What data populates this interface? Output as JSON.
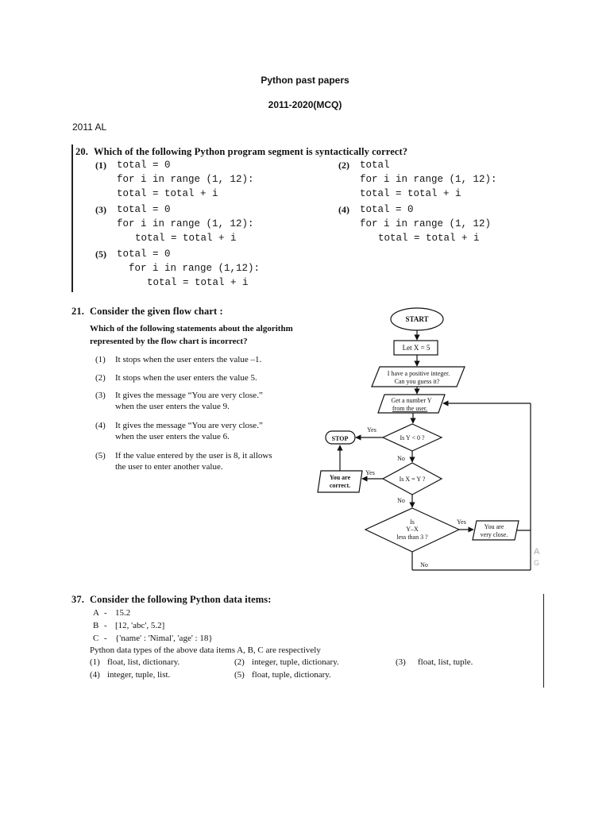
{
  "header": {
    "title": "Python past papers",
    "subtitle": "2011-2020(MCQ)",
    "section": "2011 AL"
  },
  "q20": {
    "number": "20.",
    "question": "Which of the following Python program segment is syntactically correct?",
    "options": [
      {
        "label": "(1)",
        "lines": [
          "total = 0",
          "for i in range (1, 12):",
          "total = total + i"
        ]
      },
      {
        "label": "(2)",
        "lines": [
          "total",
          "for i in range (1, 12):",
          "total = total + i"
        ]
      },
      {
        "label": "(3)",
        "lines": [
          "total = 0",
          "for i in range (1, 12):",
          "total = total + i"
        ]
      },
      {
        "label": "(4)",
        "lines": [
          "total = 0",
          "for i in range (1, 12)",
          "total = total + i"
        ]
      },
      {
        "label": "(5)",
        "lines": [
          "total = 0",
          "for i in range (1,12):",
          "total = total + i"
        ]
      }
    ]
  },
  "q21": {
    "number": "21.",
    "question": "Consider the given flow chart :",
    "prompt_line1": "Which of the following statements about the algorithm",
    "prompt_line2_a": "represented by the flow chart is ",
    "prompt_line2_b": "incorrect",
    "prompt_line2_c": "?",
    "options": [
      {
        "label": "(1)",
        "lines": [
          "It stops when the user enters the value –1."
        ]
      },
      {
        "label": "(2)",
        "lines": [
          "It stops when the user enters the value 5."
        ]
      },
      {
        "label": "(3)",
        "lines": [
          "It gives the message “You are very close.”",
          "when the user enters the value 9."
        ]
      },
      {
        "label": "(4)",
        "lines": [
          "It gives the message “You are very close.”",
          "when the user enters the value 6."
        ]
      },
      {
        "label": "(5)",
        "lines": [
          "If the value entered by the user is 8, it allows",
          "the user to enter another value."
        ]
      }
    ],
    "flowchart": {
      "start": "START",
      "let": "Let X = 5",
      "msg1_line1": "I have a positive integer.",
      "msg1_line2": "Can you guess it?",
      "input_line1": "Get a number Y",
      "input_line2": "from the user.",
      "dec1": "Is Y < 0 ?",
      "stop": "STOP",
      "dec2": "Is X = Y ?",
      "correct_line1": "You are",
      "correct_line2": "correct.",
      "dec3_line1": "Is",
      "dec3_line2": "Y–X",
      "dec3_line3": "less than 3 ?",
      "close_line1": "You are",
      "close_line2": "very close.",
      "yes": "Yes",
      "no": "No",
      "edge_letters": [
        "A",
        "G"
      ]
    }
  },
  "q37": {
    "number": "37.",
    "question": "Consider the following Python data items:",
    "items": [
      {
        "key": "A",
        "value": "15.2"
      },
      {
        "key": "B",
        "value": "[12, 'abc', 5.2]"
      },
      {
        "key": "C",
        "value": "{'name' : 'Nimal', 'age' : 18}"
      }
    ],
    "prompt": "Python data types of the above data items A, B, C are respectively",
    "options": [
      {
        "label": "(1)",
        "text": "float, list, dictionary."
      },
      {
        "label": "(2)",
        "text": "integer, tuple, dictionary."
      },
      {
        "label": "(3)",
        "text": "float, list, tuple."
      },
      {
        "label": "(4)",
        "text": "integer, tuple, list."
      },
      {
        "label": "(5)",
        "text": "float, tuple, dictionary."
      }
    ]
  }
}
